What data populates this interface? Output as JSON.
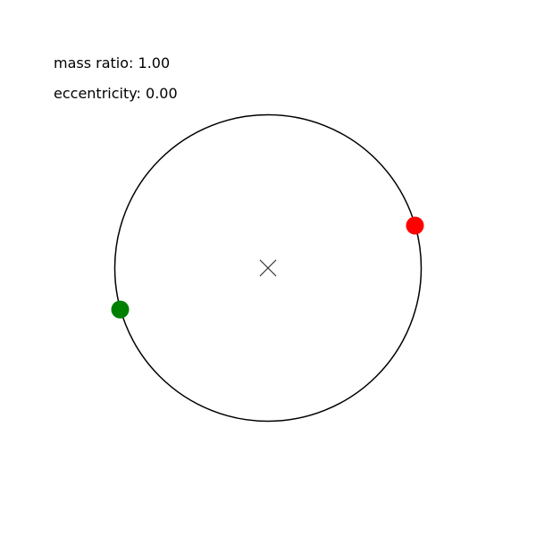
{
  "readouts": {
    "mass_ratio": {
      "label": "mass ratio:",
      "value": "1.00"
    },
    "eccentricity": {
      "label": "eccentricity:",
      "value": "0.00"
    }
  },
  "orbit": {
    "stroke_color": "#000000"
  },
  "center_of_mass": {
    "marker_color": "#333333"
  },
  "bodies": [
    {
      "name": "body-red",
      "color": "#ff0000"
    },
    {
      "name": "body-green",
      "color": "#008000"
    }
  ]
}
